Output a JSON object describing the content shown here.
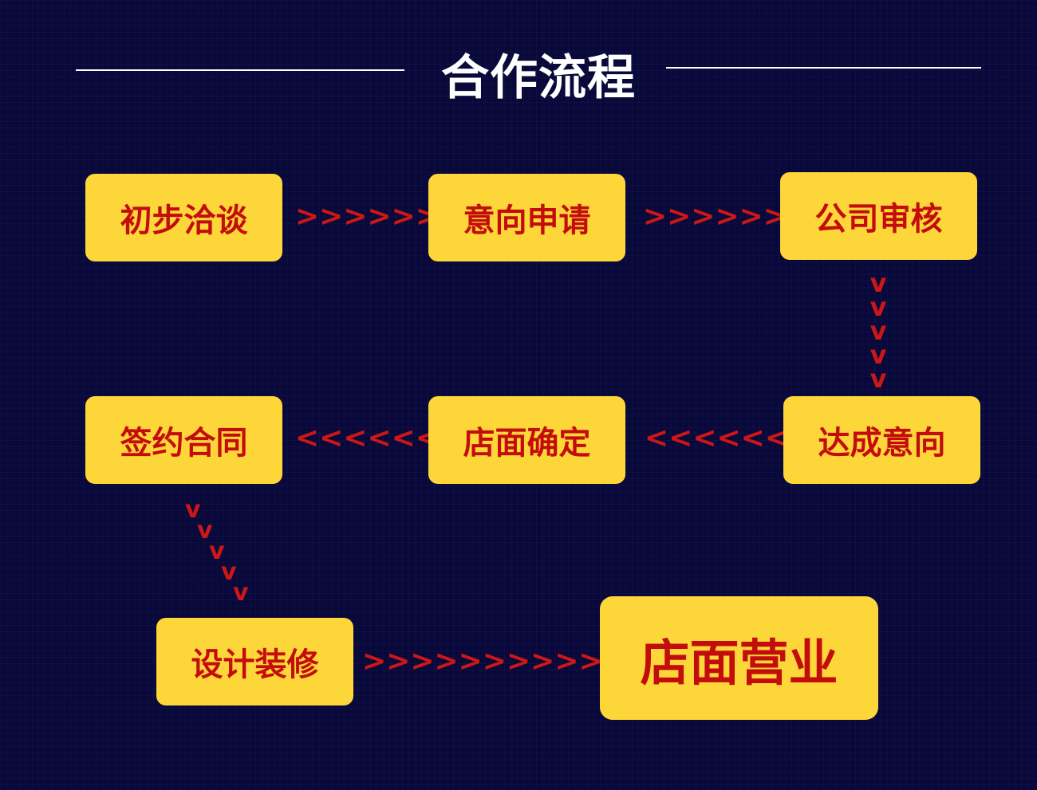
{
  "title": "合作流程",
  "steps": [
    {
      "label": "初步洽谈"
    },
    {
      "label": "意向申请"
    },
    {
      "label": "公司审核"
    },
    {
      "label": "达成意向"
    },
    {
      "label": "店面确定"
    },
    {
      "label": "签约合同"
    },
    {
      "label": "设计装修"
    },
    {
      "label": "店面营业"
    }
  ],
  "arrows": {
    "a1": ">>>>>>",
    "a2": ">>>>>>",
    "a3": "<<<<<<",
    "a4": "<<<<<<",
    "a6": ">>>>>>>>>>"
  },
  "colors": {
    "background": "#08083a",
    "box": "#fdd63a",
    "box_text": "#c30d0d",
    "arrow": "#cc1717",
    "title": "#ffffff"
  }
}
